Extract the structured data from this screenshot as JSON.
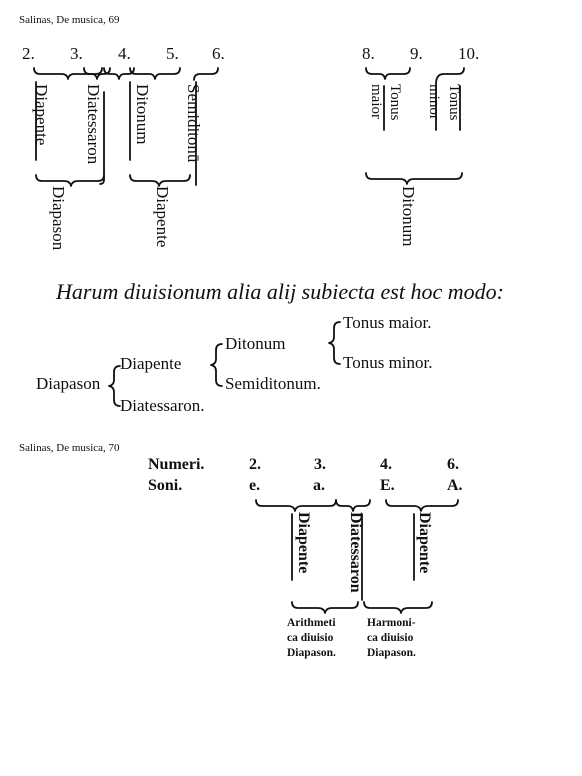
{
  "figure1": {
    "caption": "Salinas, De musica, 69",
    "left_numbers": [
      "2.",
      "3.",
      "4.",
      "5.",
      "6."
    ],
    "right_numbers": [
      "8.",
      "9.",
      "10."
    ],
    "upper_labels": [
      "Diapente",
      "Diatessaron",
      "Ditonum",
      "Semiditonū"
    ],
    "lower_labels": [
      "Diapason",
      "Diapente"
    ],
    "right_upper_labels": [
      "Tonus maior",
      "Tonus minor"
    ],
    "right_upper_lines": [
      [
        "Tonus",
        "maior"
      ],
      [
        "Tonus",
        "minor"
      ]
    ],
    "right_lower_label": "Ditonum"
  },
  "division": {
    "title": "Harum diuisionum alia alij subiecta est hoc modo:",
    "root": "Diapason",
    "level1": [
      "Diapente",
      "Diatessaron."
    ],
    "level2": [
      "Ditonum",
      "Semiditonum."
    ],
    "level3": [
      "Tonus maior.",
      "Tonus minor."
    ]
  },
  "figure2": {
    "caption": "Salinas, De musica, 70",
    "numeri_label": "Numeri.",
    "soni_label": "Soni.",
    "numbers": [
      "2.",
      "3.",
      "4.",
      "6."
    ],
    "notes": [
      "e.",
      "a.",
      "E.",
      "A."
    ],
    "upper_labels": [
      "Diapente",
      "Diatessaron",
      "Diapente"
    ],
    "arithmetic": [
      "Arithmeti",
      "ca diuisio",
      "Diapason."
    ],
    "harmonic": [
      "Harmoni-",
      "ca diuisio",
      "Diapason."
    ]
  }
}
